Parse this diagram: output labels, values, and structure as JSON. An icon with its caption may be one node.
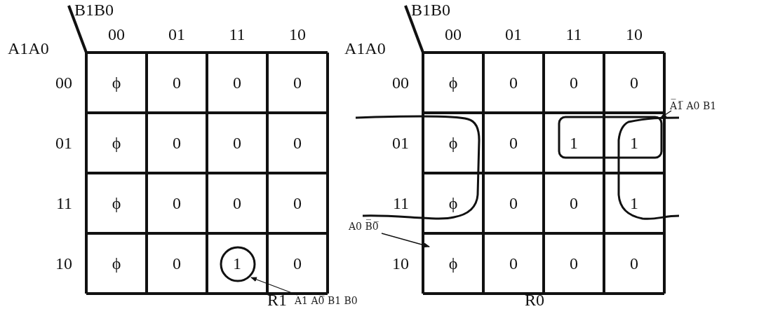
{
  "diagram": {
    "nodes": [
      {
        "text": [],
        "shape": "circle"
      },
      {
        "text": [
          "A1 A̅0̅ B1 B0"
        ]
      },
      {
        "text": [
          "A0 B̅0̅"
        ]
      },
      {
        "text": [],
        "shape": "loop"
      },
      {
        "text": [],
        "shape": "box"
      },
      {
        "text": [
          "A̅1̅ A0 B1"
        ]
      },
      {
        "text": [],
        "shape": "loop"
      }
    ],
    "edges": [
      {
        "from": 1,
        "to": 0,
        "arrow": "to"
      },
      {
        "from": 2,
        "to": 3,
        "arrow": "to"
      },
      {
        "from": 5,
        "to": 4,
        "arrow": "to"
      }
    ],
    "labels": [
      "B1B0",
      "A1A0",
      "00",
      "01",
      "11",
      "10",
      "00",
      "ϕ",
      "0",
      "0",
      "0",
      "01",
      "ϕ",
      "0",
      "0",
      "0",
      "11",
      "ϕ",
      "0",
      "0",
      "0",
      "10",
      "ϕ",
      "0",
      "1",
      "0",
      "R1",
      "B1B0",
      "A1A0",
      "00",
      "01",
      "11",
      "10",
      "00",
      "ϕ",
      "0",
      "0",
      "0",
      "01",
      "ϕ",
      "0",
      "1",
      "1",
      "11",
      "ϕ",
      "0",
      "0",
      "1",
      "10",
      "ϕ",
      "0",
      "0",
      "0",
      "R0"
    ]
  }
}
